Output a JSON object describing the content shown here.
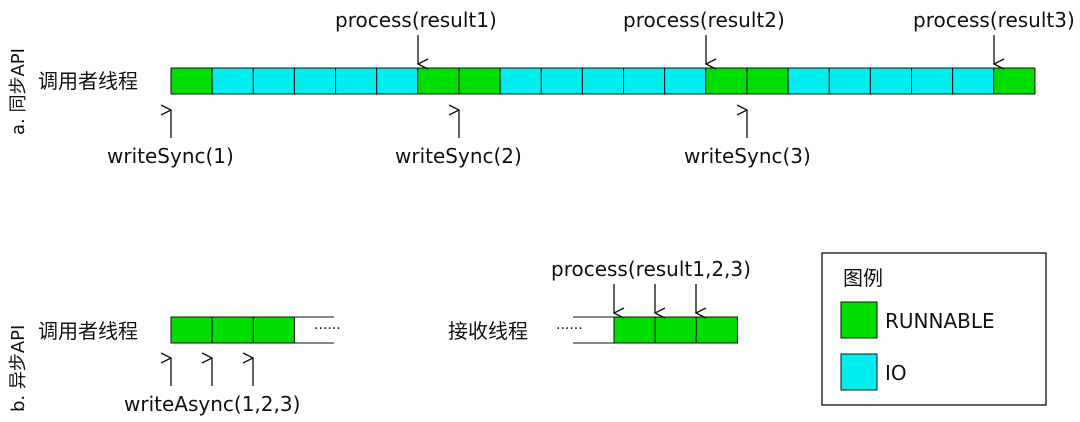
{
  "colors": {
    "runnable": "#00dd00",
    "io": "#00eeee"
  },
  "section_a": {
    "side_label": "a. 同步API",
    "thread_label": "调用者线程",
    "cells": [
      "R",
      "I",
      "I",
      "I",
      "I",
      "I",
      "R",
      "R",
      "I",
      "I",
      "I",
      "I",
      "I",
      "R",
      "R",
      "I",
      "I",
      "I",
      "I",
      "I",
      "R"
    ],
    "process_labels": [
      "process(result1)",
      "process(result2)",
      "process(result3)"
    ],
    "write_labels": [
      "writeSync(1)",
      "writeSync(2)",
      "writeSync(3)"
    ]
  },
  "section_b": {
    "side_label": "b. 异步API",
    "caller_label": "调用者线程",
    "caller_cells": [
      "R",
      "R",
      "R"
    ],
    "caller_dots": "······",
    "write_label": "writeAsync(1,2,3)",
    "receiver_label": "接收线程",
    "receiver_dots": "······",
    "receiver_cells": [
      "R",
      "R",
      "R"
    ],
    "process_label": "process(result1,2,3)"
  },
  "legend": {
    "title": "图例",
    "items": [
      {
        "label": "RUNNABLE",
        "kind": "R"
      },
      {
        "label": "IO",
        "kind": "I"
      }
    ]
  }
}
